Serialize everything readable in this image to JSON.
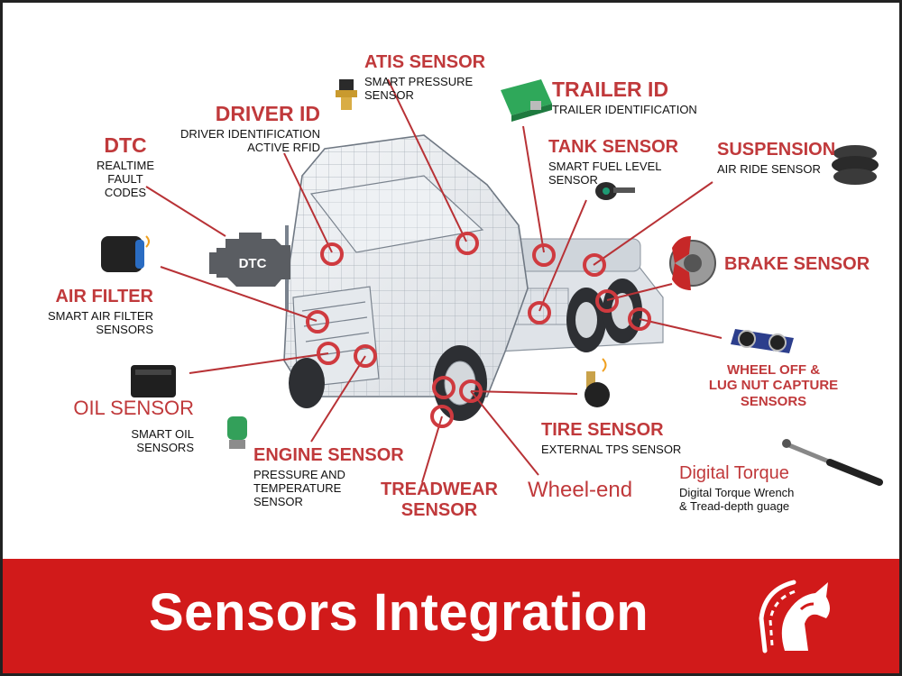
{
  "footer": {
    "title": "Sensors Integration"
  },
  "engine_badge": "DTC",
  "labels": {
    "atis": {
      "title": "ATIS SENSOR",
      "desc": [
        "SMART PRESSURE",
        "SENSOR"
      ]
    },
    "trailer_id": {
      "title": "TRAILER ID",
      "desc": [
        "TRAILER IDENTIFICATION"
      ]
    },
    "driver_id": {
      "title": "DRIVER ID",
      "desc": [
        "DRIVER IDENTIFICATION",
        "ACTIVE RFID"
      ]
    },
    "dtc": {
      "title": "DTC",
      "desc": [
        "REALTIME",
        "FAULT",
        "CODES"
      ]
    },
    "tank": {
      "title": "TANK SENSOR",
      "desc": [
        "SMART FUEL LEVEL",
        "SENSOR"
      ]
    },
    "suspension": {
      "title": "SUSPENSION",
      "desc": [
        "AIR RIDE SENSOR"
      ]
    },
    "brake": {
      "title": "BRAKE SENSOR"
    },
    "air_filter": {
      "title": "AIR FILTER",
      "desc": [
        "SMART AIR FILTER",
        "SENSORS"
      ]
    },
    "wheel_off": {
      "title": [
        "WHEEL OFF &",
        "LUG NUT CAPTURE",
        "SENSORS"
      ]
    },
    "oil": {
      "title": "OIL SENSOR",
      "desc": [
        "SMART OIL",
        "SENSORS"
      ]
    },
    "tire": {
      "title": "TIRE SENSOR",
      "desc": [
        "EXTERNAL TPS SENSOR"
      ]
    },
    "engine": {
      "title": "ENGINE SENSOR",
      "desc": [
        "PRESSURE AND",
        "TEMPERATURE",
        "SENSOR"
      ]
    },
    "treadwear": {
      "title": [
        "TREADWEAR",
        "SENSOR"
      ]
    },
    "wheel_end": {
      "title": "Wheel-end"
    },
    "torque": {
      "title": "Digital Torque",
      "desc": [
        "Digital Torque Wrench",
        "& Tread-depth guage"
      ]
    }
  },
  "colors": {
    "accent": "#c0393b",
    "footer": "#d11a1a",
    "ring": "#cf3a3f",
    "leader": "#b83236"
  }
}
